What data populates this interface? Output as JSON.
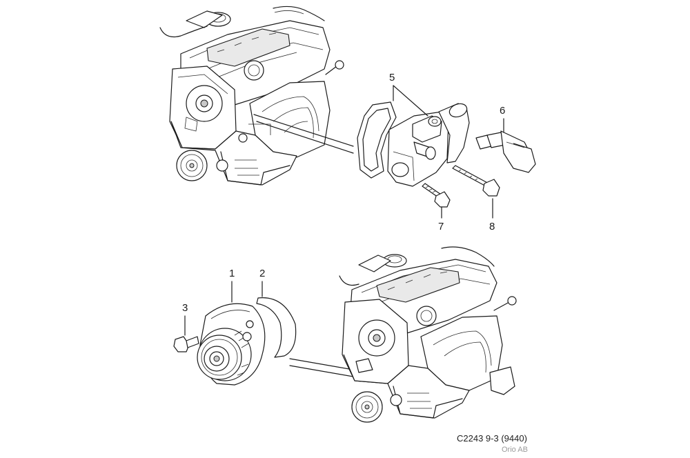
{
  "callouts": [
    {
      "id": "5",
      "text": "5"
    },
    {
      "id": "6",
      "text": "6"
    },
    {
      "id": "7",
      "text": "7"
    },
    {
      "id": "8",
      "text": "8"
    },
    {
      "id": "1",
      "text": "1"
    },
    {
      "id": "2",
      "text": "2"
    },
    {
      "id": "3",
      "text": "3"
    }
  ],
  "footer": {
    "code": "C2243 9-3 (9440)",
    "company": "Orio AB"
  },
  "colors": {
    "line": "#1a1a1a",
    "background": "#ffffff",
    "company_text": "#9a9a9a"
  }
}
